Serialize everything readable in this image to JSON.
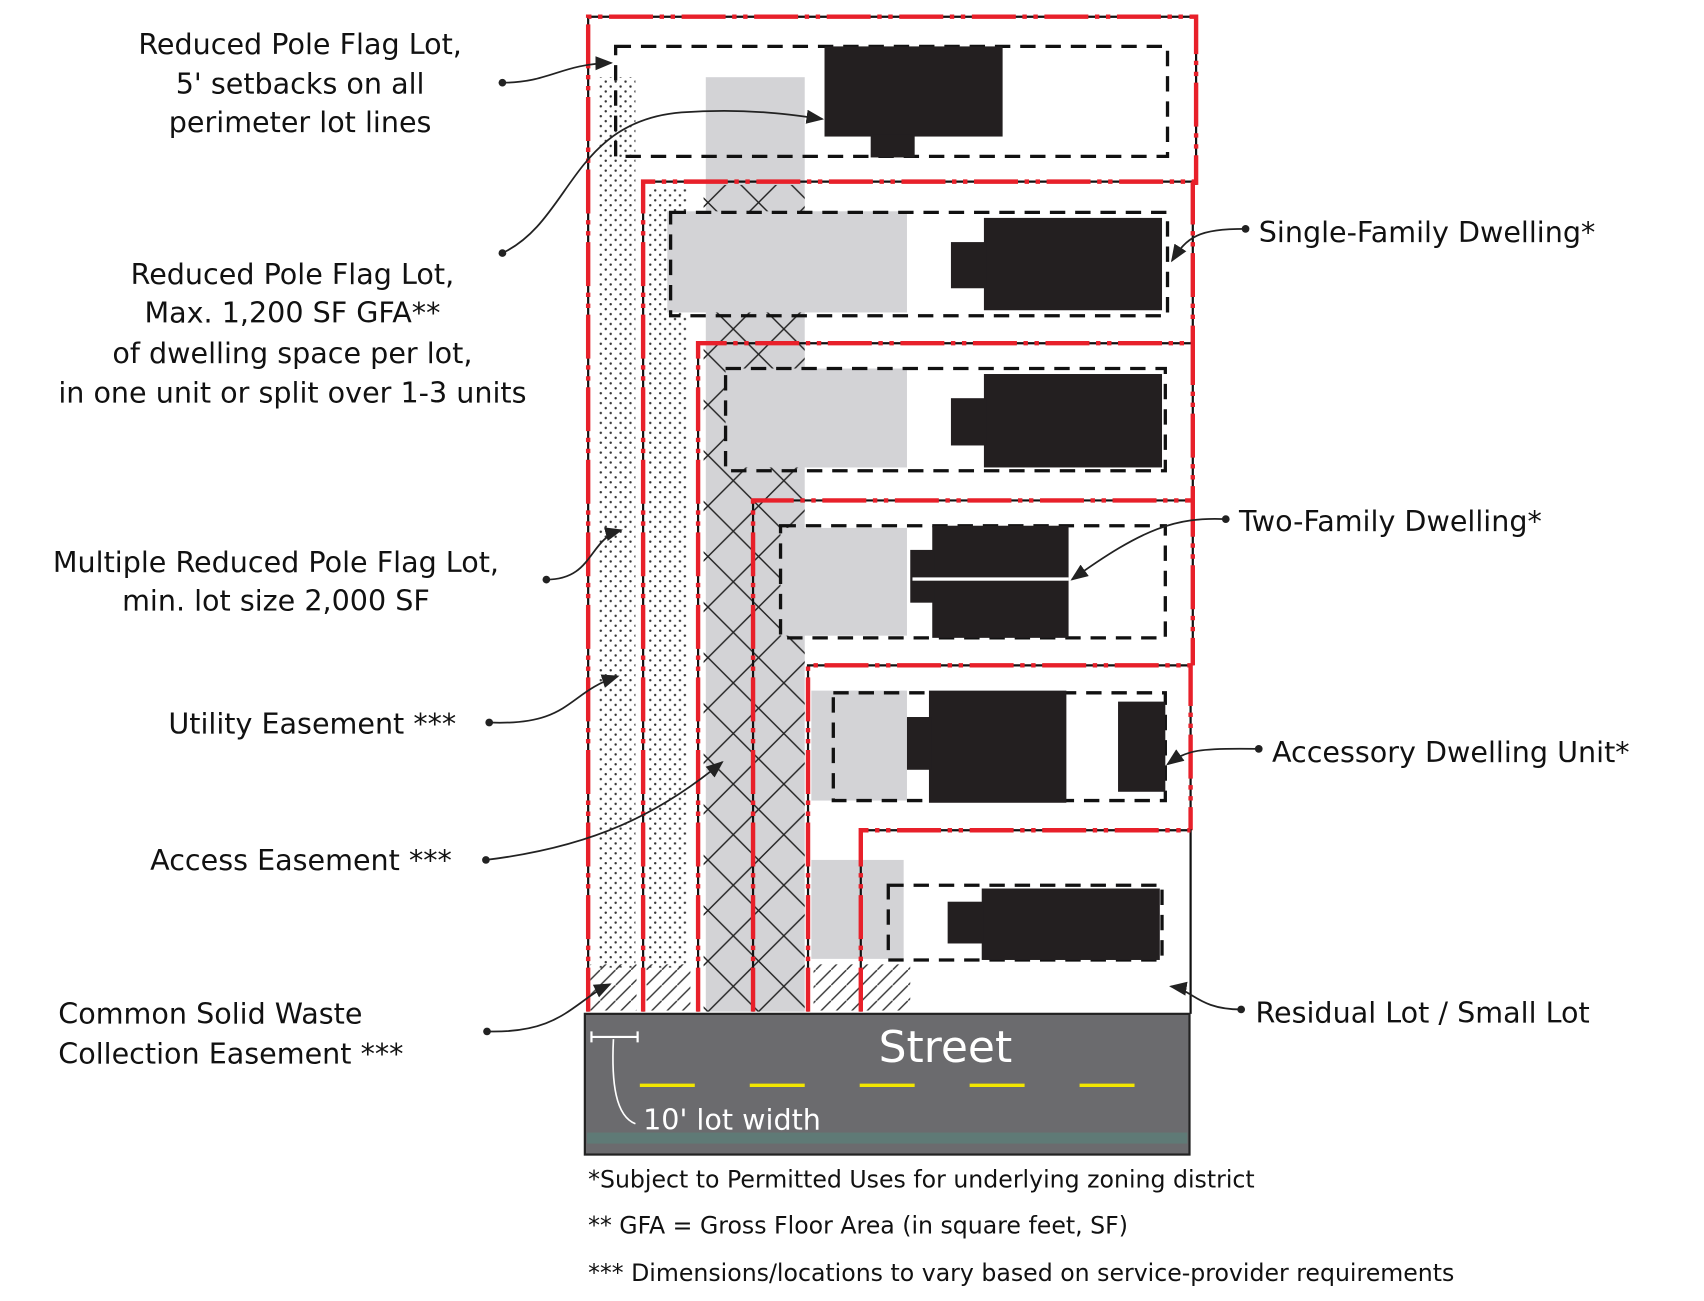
{
  "labels": {
    "pole_flag_setbacks": [
      "Reduced Pole Flag Lot,",
      "5' setbacks on all",
      "perimeter lot lines"
    ],
    "pole_flag_gfa": [
      "Reduced Pole Flag Lot,",
      "Max. 1,200 SF GFA**",
      "of dwelling space per lot,",
      "in one unit or split over 1-3 units"
    ],
    "multiple_pole_flag": [
      "Multiple Reduced Pole Flag Lot,",
      "min. lot size 2,000 SF"
    ],
    "utility_easement": "Utility Easement ***",
    "access_easement": "Access Easement ***",
    "solid_waste": [
      "Common Solid Waste",
      "Collection Easement ***"
    ],
    "single_family": "Single-Family Dwelling*",
    "two_family": "Two-Family Dwelling*",
    "adu": "Accessory Dwelling Unit*",
    "residual_lot": "Residual Lot / Small Lot"
  },
  "street": {
    "name": "Street",
    "lot_width": "10' lot width"
  },
  "footnotes": [
    "*Subject to Permitted Uses for underlying zoning district",
    "** GFA = Gross Floor Area (in square feet, SF)",
    "*** Dimensions/locations to vary based on service-provider requirements"
  ],
  "colors": {
    "lot_line": "#e8202a",
    "building": "#231f20",
    "gfa_area": "#d3d3d6",
    "street": "#6b6b6e",
    "center_line": "#f2e600"
  }
}
